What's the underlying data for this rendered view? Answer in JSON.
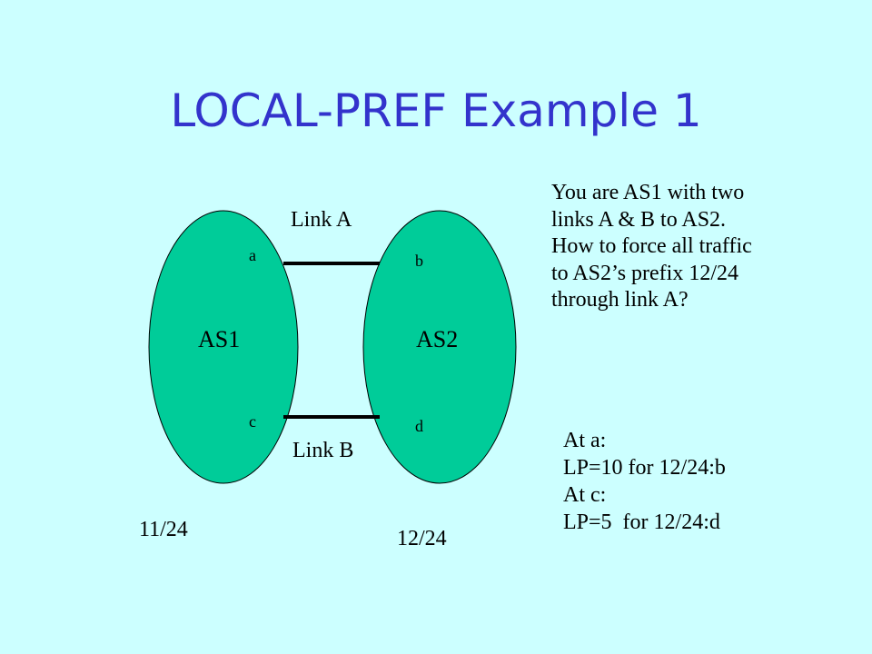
{
  "slide": {
    "title": "LOCAL-PREF Example 1"
  },
  "diagram": {
    "colors": {
      "as_fill": "#00cc99",
      "as_stroke": "#000000",
      "link": "#000000",
      "title": "#3333cc",
      "background": "#ccffff"
    },
    "as1": {
      "label": "AS1",
      "prefix": "11/24",
      "routers": {
        "top": "a",
        "bottom": "c"
      }
    },
    "as2": {
      "label": "AS2",
      "prefix": "12/24",
      "routers": {
        "top": "b",
        "bottom": "d"
      }
    },
    "links": {
      "top": "Link A",
      "bottom": "Link B"
    }
  },
  "question": {
    "lines": [
      "You are AS1 with two",
      "links A & B to AS2.",
      "How to force all traffic",
      "to AS2’s prefix 12/24",
      "through link A?"
    ]
  },
  "answer": {
    "lines": [
      "At a:",
      "LP=10 for 12/24:b",
      "At c:",
      "LP=5  for 12/24:d"
    ]
  }
}
